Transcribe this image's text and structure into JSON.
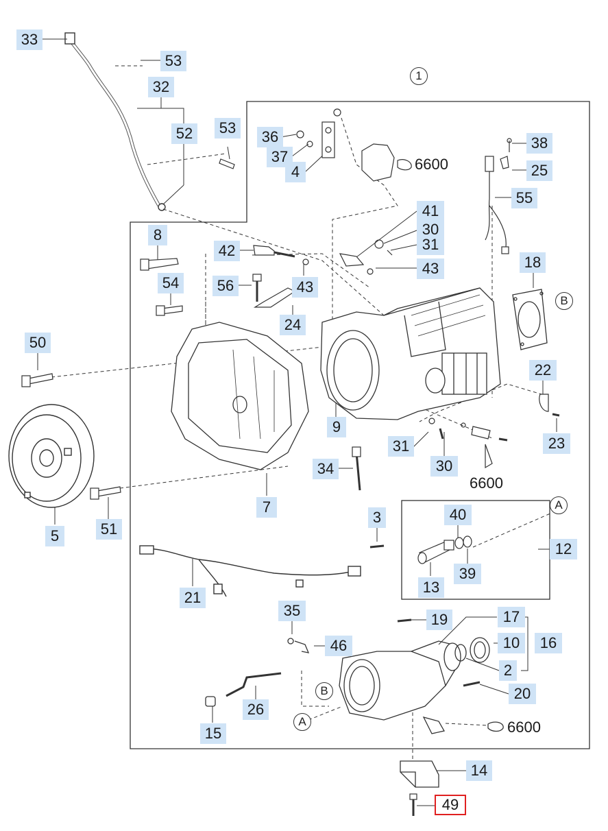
{
  "accent": {
    "callout_bg": "#cfe3f6",
    "highlight_border": "#e02020"
  },
  "callouts": [
    {
      "id": "c33",
      "label": "33"
    },
    {
      "id": "c53a",
      "label": "53"
    },
    {
      "id": "c32",
      "label": "32"
    },
    {
      "id": "c52",
      "label": "52"
    },
    {
      "id": "c53b",
      "label": "53"
    },
    {
      "id": "c36",
      "label": "36"
    },
    {
      "id": "c37",
      "label": "37"
    },
    {
      "id": "c4",
      "label": "4"
    },
    {
      "id": "c38",
      "label": "38"
    },
    {
      "id": "c25",
      "label": "25"
    },
    {
      "id": "c55",
      "label": "55"
    },
    {
      "id": "c41",
      "label": "41"
    },
    {
      "id": "c30a",
      "label": "30"
    },
    {
      "id": "c31a",
      "label": "31"
    },
    {
      "id": "c43a",
      "label": "43"
    },
    {
      "id": "c8",
      "label": "8"
    },
    {
      "id": "c42",
      "label": "42"
    },
    {
      "id": "c56",
      "label": "56"
    },
    {
      "id": "c43b",
      "label": "43"
    },
    {
      "id": "c54",
      "label": "54"
    },
    {
      "id": "c24",
      "label": "24"
    },
    {
      "id": "c18",
      "label": "18"
    },
    {
      "id": "c50",
      "label": "50"
    },
    {
      "id": "c22",
      "label": "22"
    },
    {
      "id": "c9",
      "label": "9"
    },
    {
      "id": "c23",
      "label": "23"
    },
    {
      "id": "c31b",
      "label": "31"
    },
    {
      "id": "c30b",
      "label": "30"
    },
    {
      "id": "c34",
      "label": "34"
    },
    {
      "id": "c7",
      "label": "7"
    },
    {
      "id": "c5",
      "label": "5"
    },
    {
      "id": "c51",
      "label": "51"
    },
    {
      "id": "c3",
      "label": "3"
    },
    {
      "id": "c40",
      "label": "40"
    },
    {
      "id": "c12",
      "label": "12"
    },
    {
      "id": "c39",
      "label": "39"
    },
    {
      "id": "c13",
      "label": "13"
    },
    {
      "id": "c21",
      "label": "21"
    },
    {
      "id": "c35",
      "label": "35"
    },
    {
      "id": "c46",
      "label": "46"
    },
    {
      "id": "c19",
      "label": "19"
    },
    {
      "id": "c17",
      "label": "17"
    },
    {
      "id": "c10",
      "label": "10"
    },
    {
      "id": "c16",
      "label": "16"
    },
    {
      "id": "c2",
      "label": "2"
    },
    {
      "id": "c20",
      "label": "20"
    },
    {
      "id": "c26",
      "label": "26"
    },
    {
      "id": "c15",
      "label": "15"
    },
    {
      "id": "c14",
      "label": "14"
    },
    {
      "id": "c49",
      "label": "49",
      "highlight": true
    }
  ],
  "codes": [
    {
      "id": "k1",
      "label": "6600"
    },
    {
      "id": "k2",
      "label": "6600"
    },
    {
      "id": "k3",
      "label": "6600"
    }
  ],
  "circled": [
    {
      "id": "r1",
      "label": "1"
    },
    {
      "id": "rB1",
      "label": "B"
    },
    {
      "id": "rA1",
      "label": "A"
    },
    {
      "id": "rB2",
      "label": "B"
    },
    {
      "id": "rA2",
      "label": "A"
    }
  ]
}
